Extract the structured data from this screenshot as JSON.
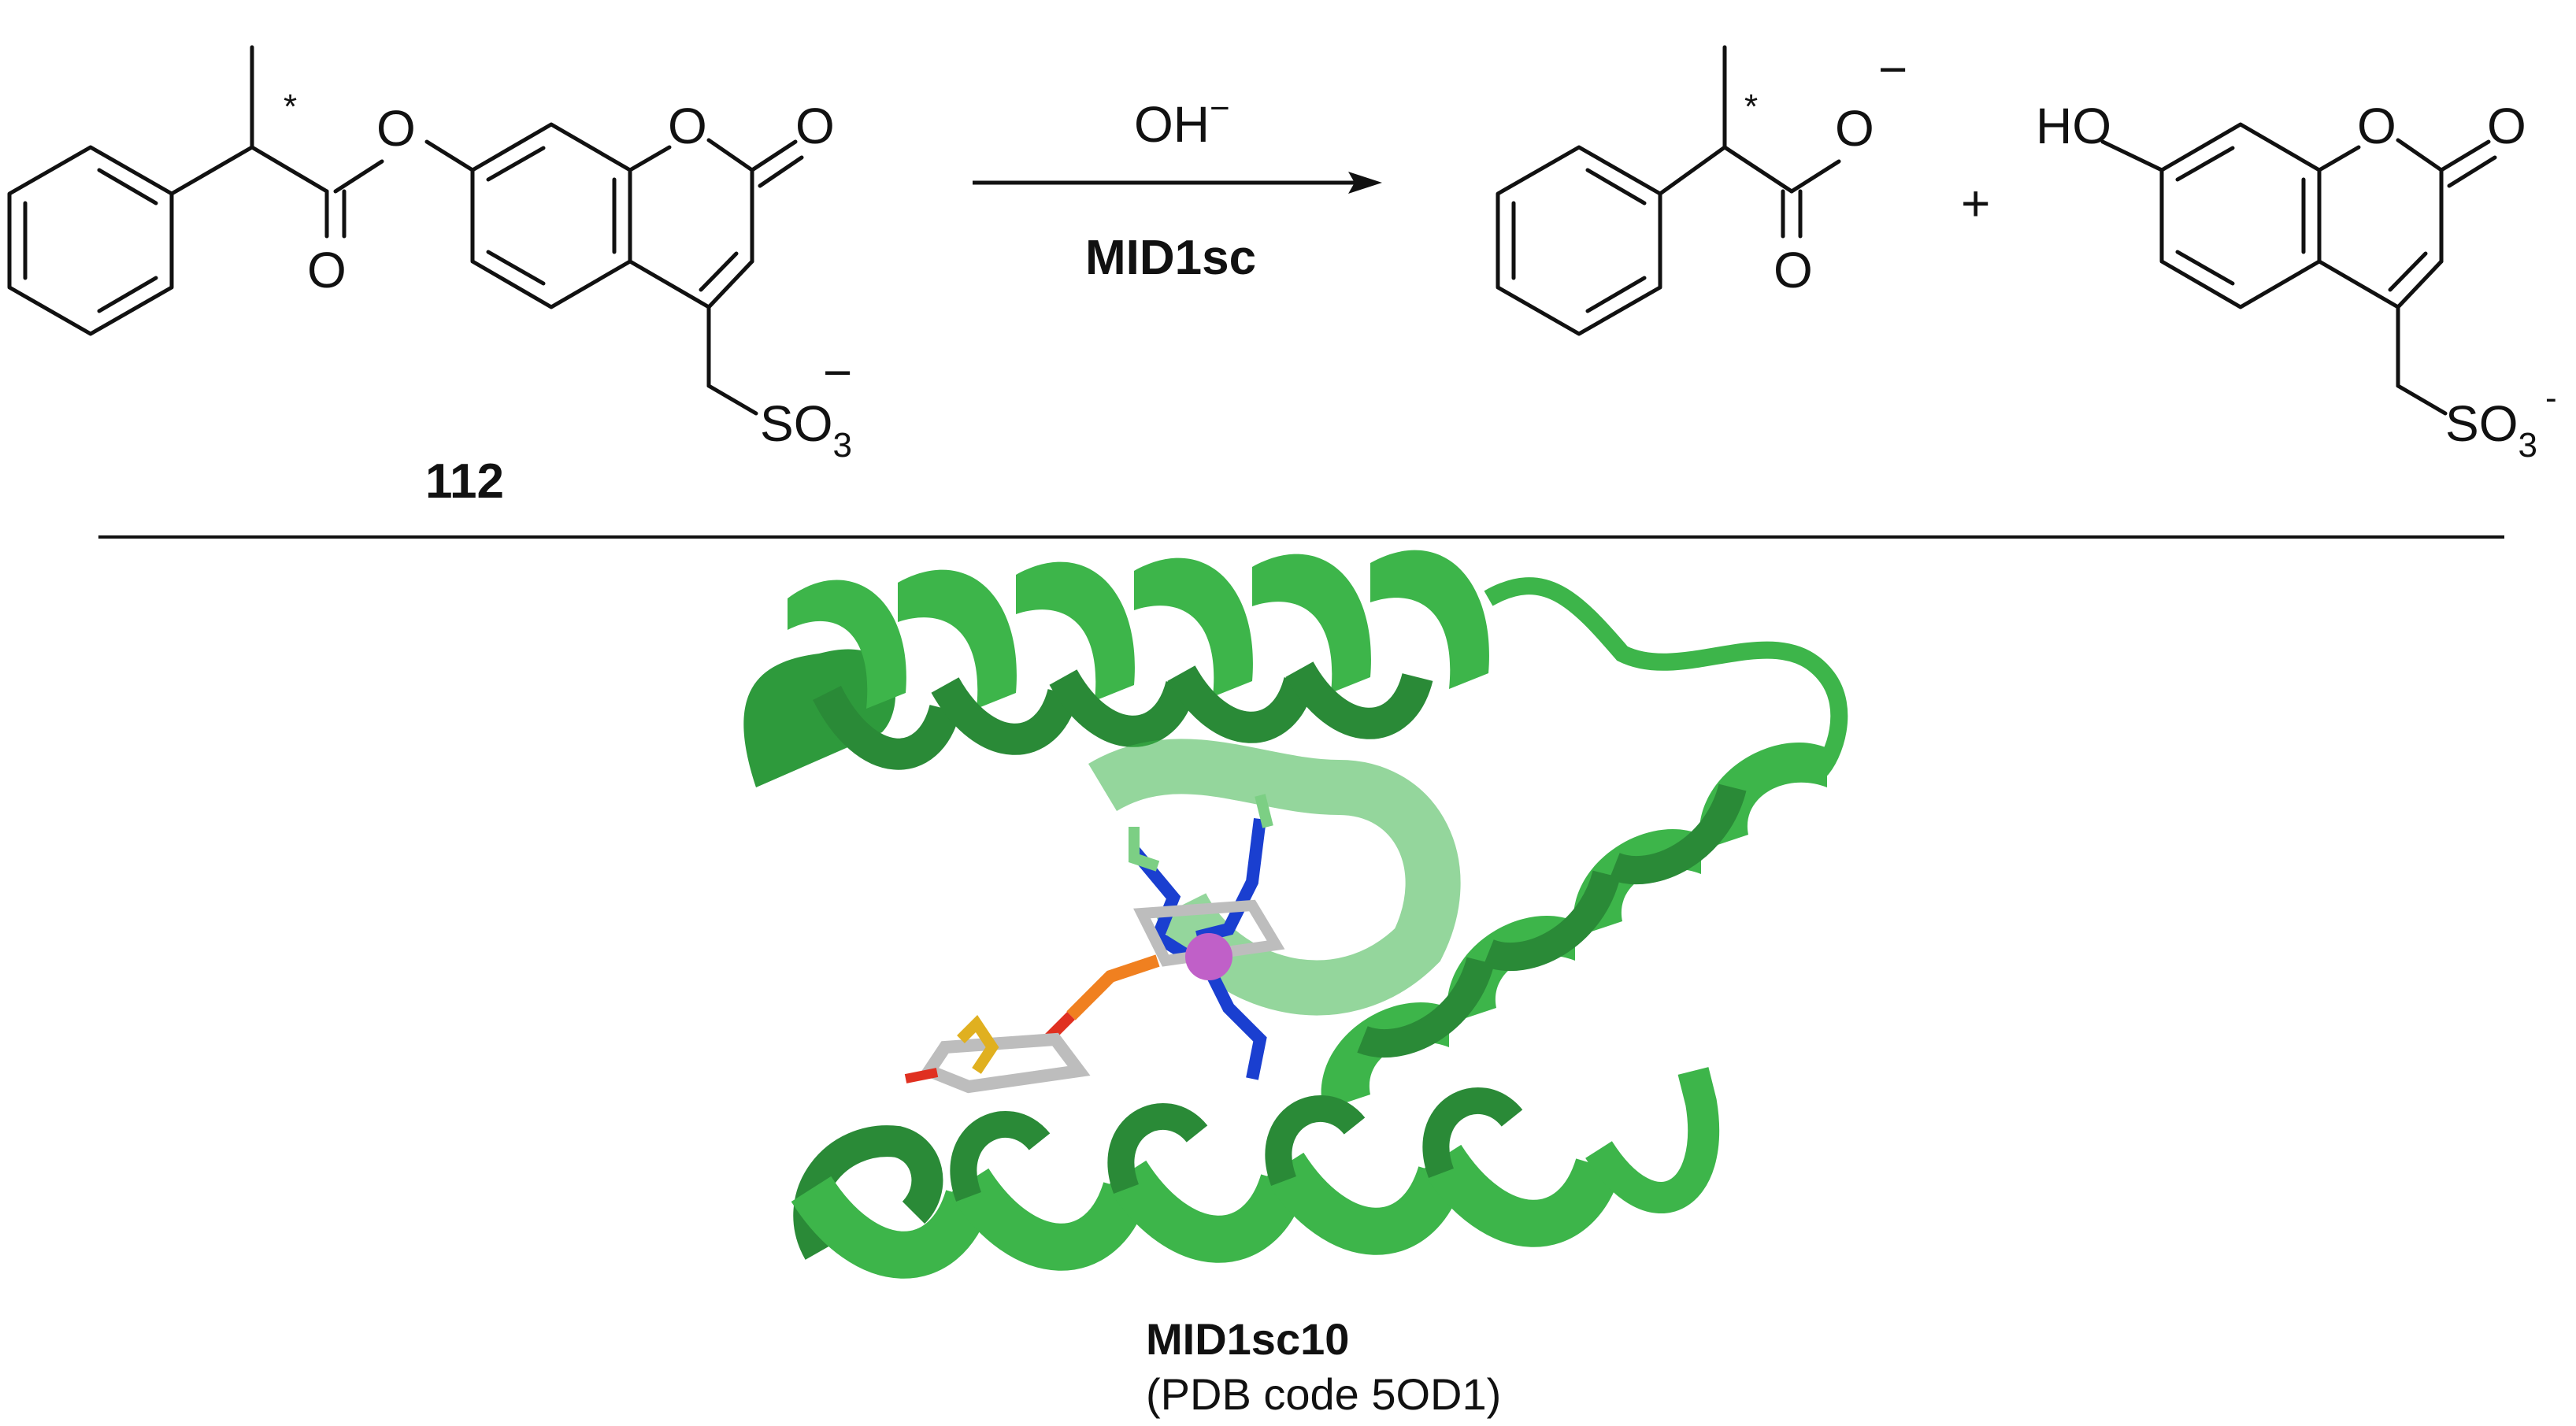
{
  "reaction": {
    "reagent_top": "OH",
    "reagent_top_charge": "−",
    "catalyst": "MID1sc",
    "plus": "+",
    "compound_number": "112",
    "stereo_mark": "*",
    "substrate_atoms": {
      "ester_O": "O",
      "carbonyl_O": "O",
      "ring_O": "O",
      "lactone_O": "O",
      "sulfonate": "SO",
      "sulfonate_sub": "3",
      "sulfonate_charge": "−"
    },
    "product1_atoms": {
      "carboxylate_O": "O",
      "carboxylate_charge": "−",
      "carbonyl_O": "O"
    },
    "product2_atoms": {
      "hydroxyl": "HO",
      "ring_O": "O",
      "lactone_O": "O",
      "sulfonate": "SO",
      "sulfonate_sub": "3",
      "sulfonate_charge": "-"
    }
  },
  "protein": {
    "name": "MID1sc10",
    "pdb_caption": "(PDB code 5OD1)",
    "ribbon_color": "#3db54a",
    "metal_color": "#c060c8",
    "nitrogen_color": "#1a3fd0",
    "oxygen_color": "#e03020",
    "sulfur_color": "#e0b020",
    "phosphorus_color": "#f08020",
    "carbon_color": "#bdbdbd"
  }
}
